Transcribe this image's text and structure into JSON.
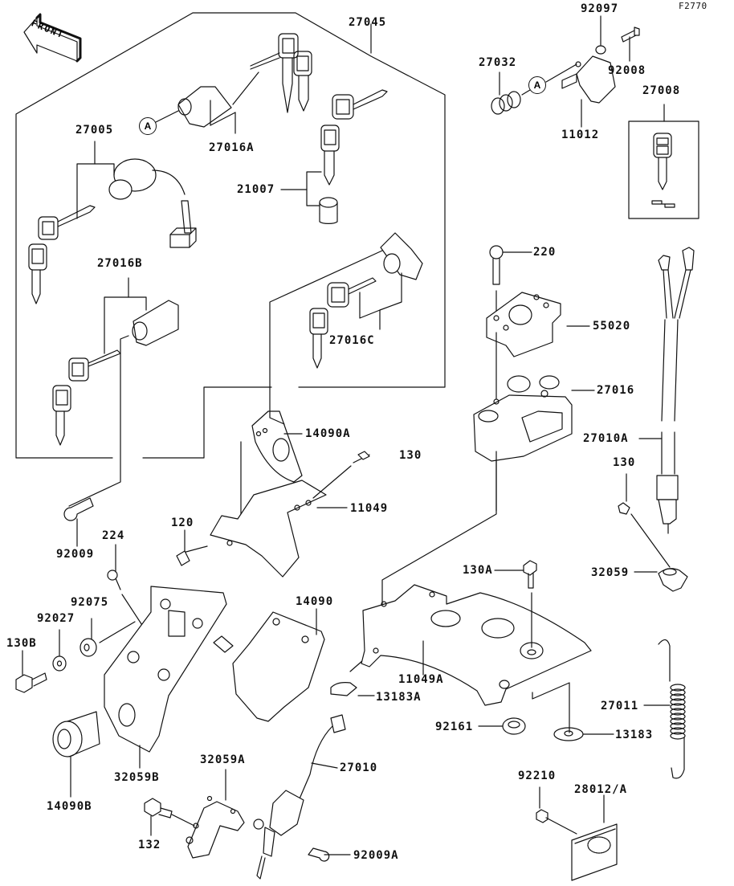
{
  "figure_id": "F2770",
  "front_indicator": "FRONT",
  "reference_marks": [
    "A",
    "A"
  ],
  "parts": [
    {
      "id": "p27045",
      "label": "27045"
    },
    {
      "id": "p92097",
      "label": "92097"
    },
    {
      "id": "p92008",
      "label": "92008"
    },
    {
      "id": "p27032",
      "label": "27032"
    },
    {
      "id": "p11012",
      "label": "11012"
    },
    {
      "id": "p27008",
      "label": "27008"
    },
    {
      "id": "p27016A",
      "label": "27016A"
    },
    {
      "id": "p27005",
      "label": "27005"
    },
    {
      "id": "p21007",
      "label": "21007"
    },
    {
      "id": "p27016B",
      "label": "27016B"
    },
    {
      "id": "p27016C",
      "label": "27016C"
    },
    {
      "id": "p220",
      "label": "220"
    },
    {
      "id": "p55020",
      "label": "55020"
    },
    {
      "id": "p27016",
      "label": "27016"
    },
    {
      "id": "p27010A",
      "label": "27010A"
    },
    {
      "id": "p14090A",
      "label": "14090A"
    },
    {
      "id": "p130a",
      "label": "130"
    },
    {
      "id": "p11049",
      "label": "11049"
    },
    {
      "id": "p130b",
      "label": "130"
    },
    {
      "id": "p92009",
      "label": "92009"
    },
    {
      "id": "p120",
      "label": "120"
    },
    {
      "id": "p224",
      "label": "224"
    },
    {
      "id": "p130A",
      "label": "130A"
    },
    {
      "id": "p32059",
      "label": "32059"
    },
    {
      "id": "p92075",
      "label": "92075"
    },
    {
      "id": "p92027",
      "label": "92027"
    },
    {
      "id": "p14090",
      "label": "14090"
    },
    {
      "id": "p130B",
      "label": "130B"
    },
    {
      "id": "p11049A",
      "label": "11049A"
    },
    {
      "id": "p13183A",
      "label": "13183A"
    },
    {
      "id": "p27011",
      "label": "27011"
    },
    {
      "id": "p92161",
      "label": "92161"
    },
    {
      "id": "p13183",
      "label": "13183"
    },
    {
      "id": "p32059B",
      "label": "32059B"
    },
    {
      "id": "p14090B",
      "label": "14090B"
    },
    {
      "id": "p32059A",
      "label": "32059A"
    },
    {
      "id": "p27010",
      "label": "27010"
    },
    {
      "id": "p92210",
      "label": "92210"
    },
    {
      "id": "p28012A",
      "label": "28012/A"
    },
    {
      "id": "p132",
      "label": "132"
    },
    {
      "id": "p92009A",
      "label": "92009A"
    }
  ]
}
